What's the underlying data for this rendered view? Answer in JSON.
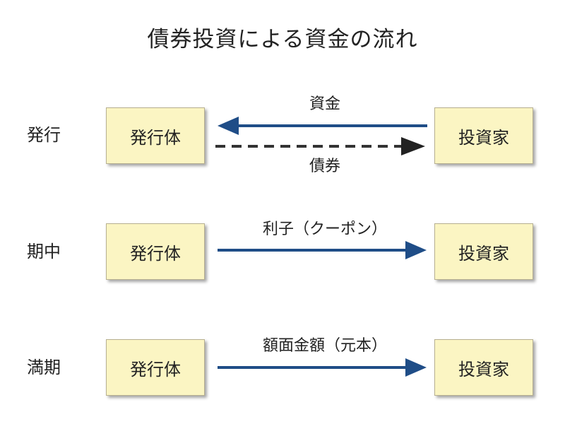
{
  "title": "債券投資による資金の流れ",
  "colors": {
    "box_fill": "#fbf5c3",
    "arrow_blue": "#1f4d87",
    "arrow_dashed": "#333333"
  },
  "rows": [
    {
      "stage": "発行",
      "issuer": "発行体",
      "investor": "投資家",
      "flows": [
        {
          "label": "資金",
          "direction": "investor-to-issuer",
          "style": "solid"
        },
        {
          "label": "債券",
          "direction": "issuer-to-investor",
          "style": "dashed"
        }
      ]
    },
    {
      "stage": "期中",
      "issuer": "発行体",
      "investor": "投資家",
      "flows": [
        {
          "label": "利子（クーポン）",
          "direction": "issuer-to-investor",
          "style": "solid"
        }
      ]
    },
    {
      "stage": "満期",
      "issuer": "発行体",
      "investor": "投資家",
      "flows": [
        {
          "label": "額面金額（元本）",
          "direction": "issuer-to-investor",
          "style": "solid"
        }
      ]
    }
  ]
}
